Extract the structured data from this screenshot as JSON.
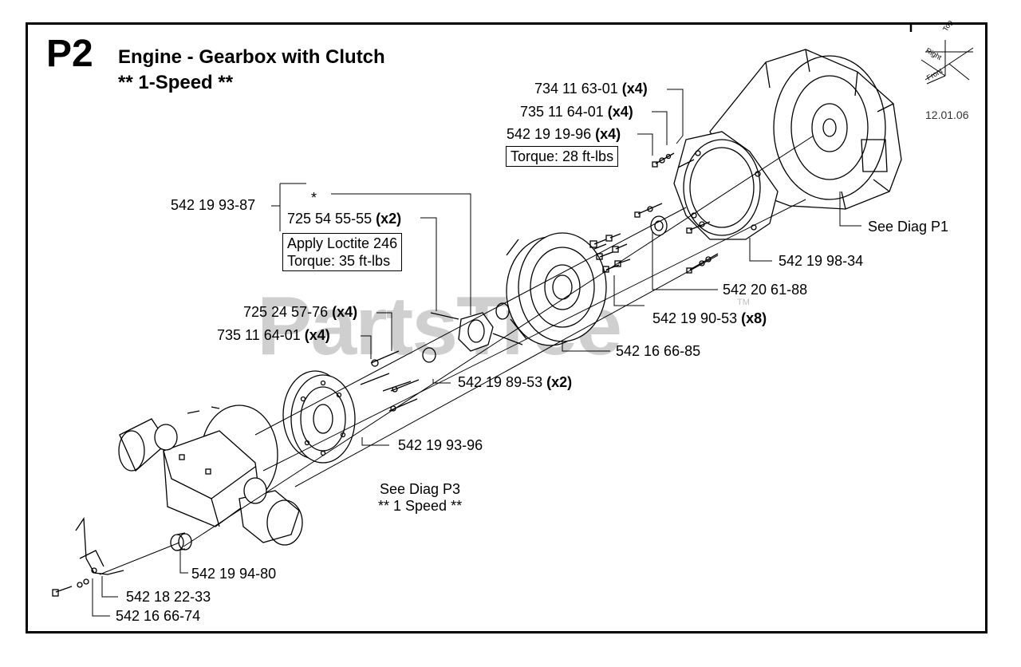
{
  "header": {
    "code": "P2",
    "title": "Engine - Gearbox with Clutch",
    "subtitle": "** 1-Speed **",
    "date": "12.01.06"
  },
  "orientation": {
    "top": "Top",
    "right": "Right",
    "front": "Front"
  },
  "watermark": {
    "text": "PartsTree",
    "tm": "TM"
  },
  "callouts": [
    {
      "part": "734 11 63-01",
      "qty": "(x4)"
    },
    {
      "part": "735 11 64-01",
      "qty": "(x4)"
    },
    {
      "part": "542 19 19-96",
      "qty": "(x4)"
    },
    {
      "part": "542 19 93-87",
      "qty": ""
    },
    {
      "part": "725 54 55-55",
      "qty": "(x2)"
    },
    {
      "part": "725 24 57-76",
      "qty": "(x4)"
    },
    {
      "part": "735 11 64-01",
      "qty": "(x4)"
    },
    {
      "part": "542 19 98-34",
      "qty": ""
    },
    {
      "part": "542 20 61-88",
      "qty": ""
    },
    {
      "part": "542 19 90-53",
      "qty": "(x8)"
    },
    {
      "part": "542 16 66-85",
      "qty": ""
    },
    {
      "part": "542 19 89-53",
      "qty": "(x2)"
    },
    {
      "part": "542 19 93-96",
      "qty": ""
    },
    {
      "part": "542 19 94-80",
      "qty": ""
    },
    {
      "part": "542 18 22-33",
      "qty": ""
    },
    {
      "part": "542 16 66-74",
      "qty": ""
    }
  ],
  "notes": {
    "torque_28": "Torque: 28 ft-lbs",
    "loctite": "Apply Loctite 246",
    "torque_35": "Torque:  35 ft-lbs",
    "asterisk": "*",
    "see_p1": "See Diag P1",
    "see_p3_line1": "See Diag P3",
    "see_p3_line2": "** 1 Speed **"
  }
}
